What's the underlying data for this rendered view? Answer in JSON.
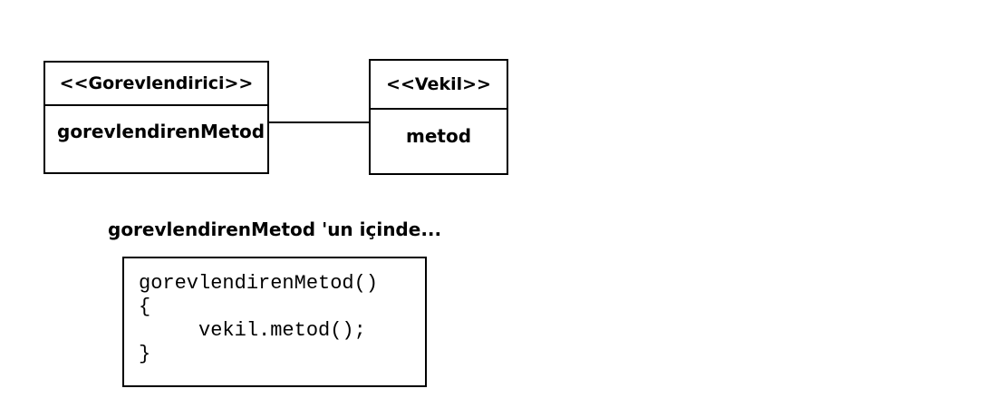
{
  "classes": [
    {
      "stereotype": "<<Gorevlendirici>>",
      "member": "gorevlendirenMetod"
    },
    {
      "stereotype": "<<Vekil>>",
      "member": "metod"
    }
  ],
  "caption": {
    "text": "gorevlendirenMetod 'un içinde..."
  },
  "code": {
    "lines": [
      "gorevlendirenMetod()",
      "{",
      "     vekil.metod();",
      "}"
    ]
  },
  "colors": {
    "line": "#000000",
    "text": "#000000",
    "background": "#ffffff"
  }
}
